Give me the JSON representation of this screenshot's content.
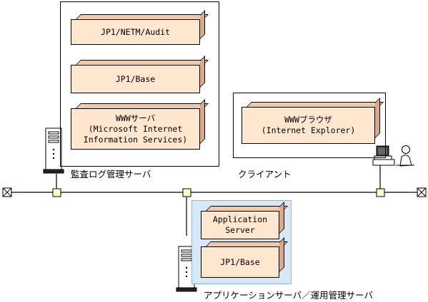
{
  "components": {
    "audit": "JP1/NETM/Audit",
    "base_top": "JP1/Base",
    "www_server": "WWWサーバ\n(Microsoft Internet\nInformation Services)",
    "browser": "WWWブラウザ\n(Internet Explorer)",
    "app_server": "Application\nServer",
    "base_bottom": "JP1/Base"
  },
  "labels": {
    "audit_server": "監査ログ管理サーバ",
    "client": "クライアント",
    "app_ops_server": "アプリケーションサーバ／運用管理サーバ"
  },
  "colors": {
    "block_face": "#ffe6cf",
    "block_side": "#d9a98a",
    "shade": "#d8e8f6",
    "node": "#ffffcc"
  }
}
